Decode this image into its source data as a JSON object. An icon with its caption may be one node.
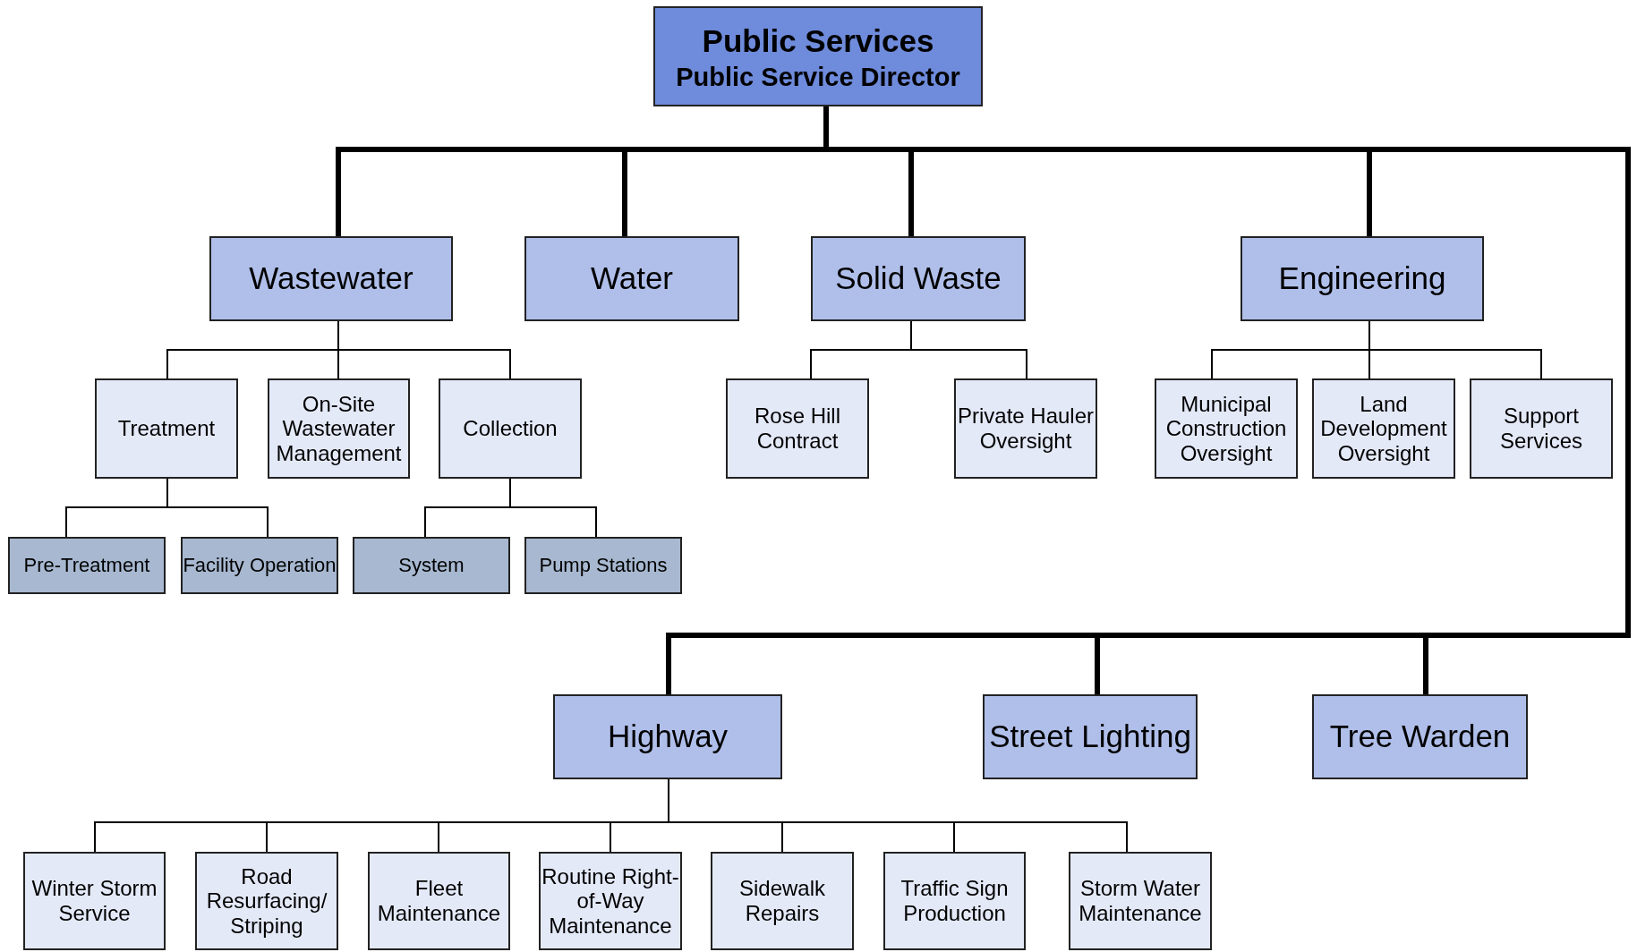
{
  "diagram": {
    "nodes": [
      {
        "text": [
          "Public Services",
          "Public Service Director"
        ]
      },
      {
        "text": [
          "Wastewater"
        ]
      },
      {
        "text": [
          "Water"
        ]
      },
      {
        "text": [
          "Solid Waste"
        ]
      },
      {
        "text": [
          "Engineering"
        ]
      },
      {
        "text": [
          "Treatment"
        ]
      },
      {
        "text": [
          "On-Site Wastewater Management"
        ]
      },
      {
        "text": [
          "Collection"
        ]
      },
      {
        "text": [
          "Rose Hill Contract"
        ]
      },
      {
        "text": [
          "Private Hauler Oversight"
        ]
      },
      {
        "text": [
          "Municipal Construction Oversight"
        ]
      },
      {
        "text": [
          "Land Development Oversight"
        ]
      },
      {
        "text": [
          "Support Services"
        ]
      },
      {
        "text": [
          "Pre-Treatment"
        ]
      },
      {
        "text": [
          "Facility Operation"
        ]
      },
      {
        "text": [
          "System"
        ]
      },
      {
        "text": [
          "Pump Stations"
        ]
      },
      {
        "text": [
          "Highway"
        ]
      },
      {
        "text": [
          "Street Lighting"
        ]
      },
      {
        "text": [
          "Tree Warden"
        ]
      },
      {
        "text": [
          "Winter Storm Service"
        ]
      },
      {
        "text": [
          "Road Resurfacing/ Striping"
        ]
      },
      {
        "text": [
          "Fleet Maintenance"
        ]
      },
      {
        "text": [
          "Routine Right-of-Way Maintenance"
        ]
      },
      {
        "text": [
          "Sidewalk Repairs"
        ]
      },
      {
        "text": [
          "Traffic Sign Production"
        ]
      },
      {
        "text": [
          "Storm Water Maintenance"
        ]
      }
    ],
    "edges": [
      {
        "from": 0,
        "to": 1,
        "arrow": "none",
        "style": "thick"
      },
      {
        "from": 0,
        "to": 2,
        "arrow": "none",
        "style": "thick"
      },
      {
        "from": 0,
        "to": 3,
        "arrow": "none",
        "style": "thick"
      },
      {
        "from": 0,
        "to": 4,
        "arrow": "none",
        "style": "thick"
      },
      {
        "from": 1,
        "to": 5,
        "arrow": "none"
      },
      {
        "from": 1,
        "to": 6,
        "arrow": "none"
      },
      {
        "from": 1,
        "to": 7,
        "arrow": "none"
      },
      {
        "from": 3,
        "to": 8,
        "arrow": "none"
      },
      {
        "from": 3,
        "to": 9,
        "arrow": "none"
      },
      {
        "from": 4,
        "to": 10,
        "arrow": "none"
      },
      {
        "from": 4,
        "to": 11,
        "arrow": "none"
      },
      {
        "from": 4,
        "to": 12,
        "arrow": "none"
      },
      {
        "from": 5,
        "to": 13,
        "arrow": "none"
      },
      {
        "from": 5,
        "to": 14,
        "arrow": "none"
      },
      {
        "from": 7,
        "to": 15,
        "arrow": "none"
      },
      {
        "from": 7,
        "to": 16,
        "arrow": "none"
      },
      {
        "from": 0,
        "to": 17,
        "arrow": "none",
        "style": "thick"
      },
      {
        "from": 0,
        "to": 18,
        "arrow": "none",
        "style": "thick"
      },
      {
        "from": 0,
        "to": 19,
        "arrow": "none",
        "style": "thick"
      },
      {
        "from": 17,
        "to": 20,
        "arrow": "none"
      },
      {
        "from": 17,
        "to": 21,
        "arrow": "none"
      },
      {
        "from": 17,
        "to": 22,
        "arrow": "none"
      },
      {
        "from": 17,
        "to": 23,
        "arrow": "none"
      },
      {
        "from": 17,
        "to": 24,
        "arrow": "none"
      },
      {
        "from": 17,
        "to": 25,
        "arrow": "none"
      },
      {
        "from": 17,
        "to": 26,
        "arrow": "none"
      }
    ]
  }
}
